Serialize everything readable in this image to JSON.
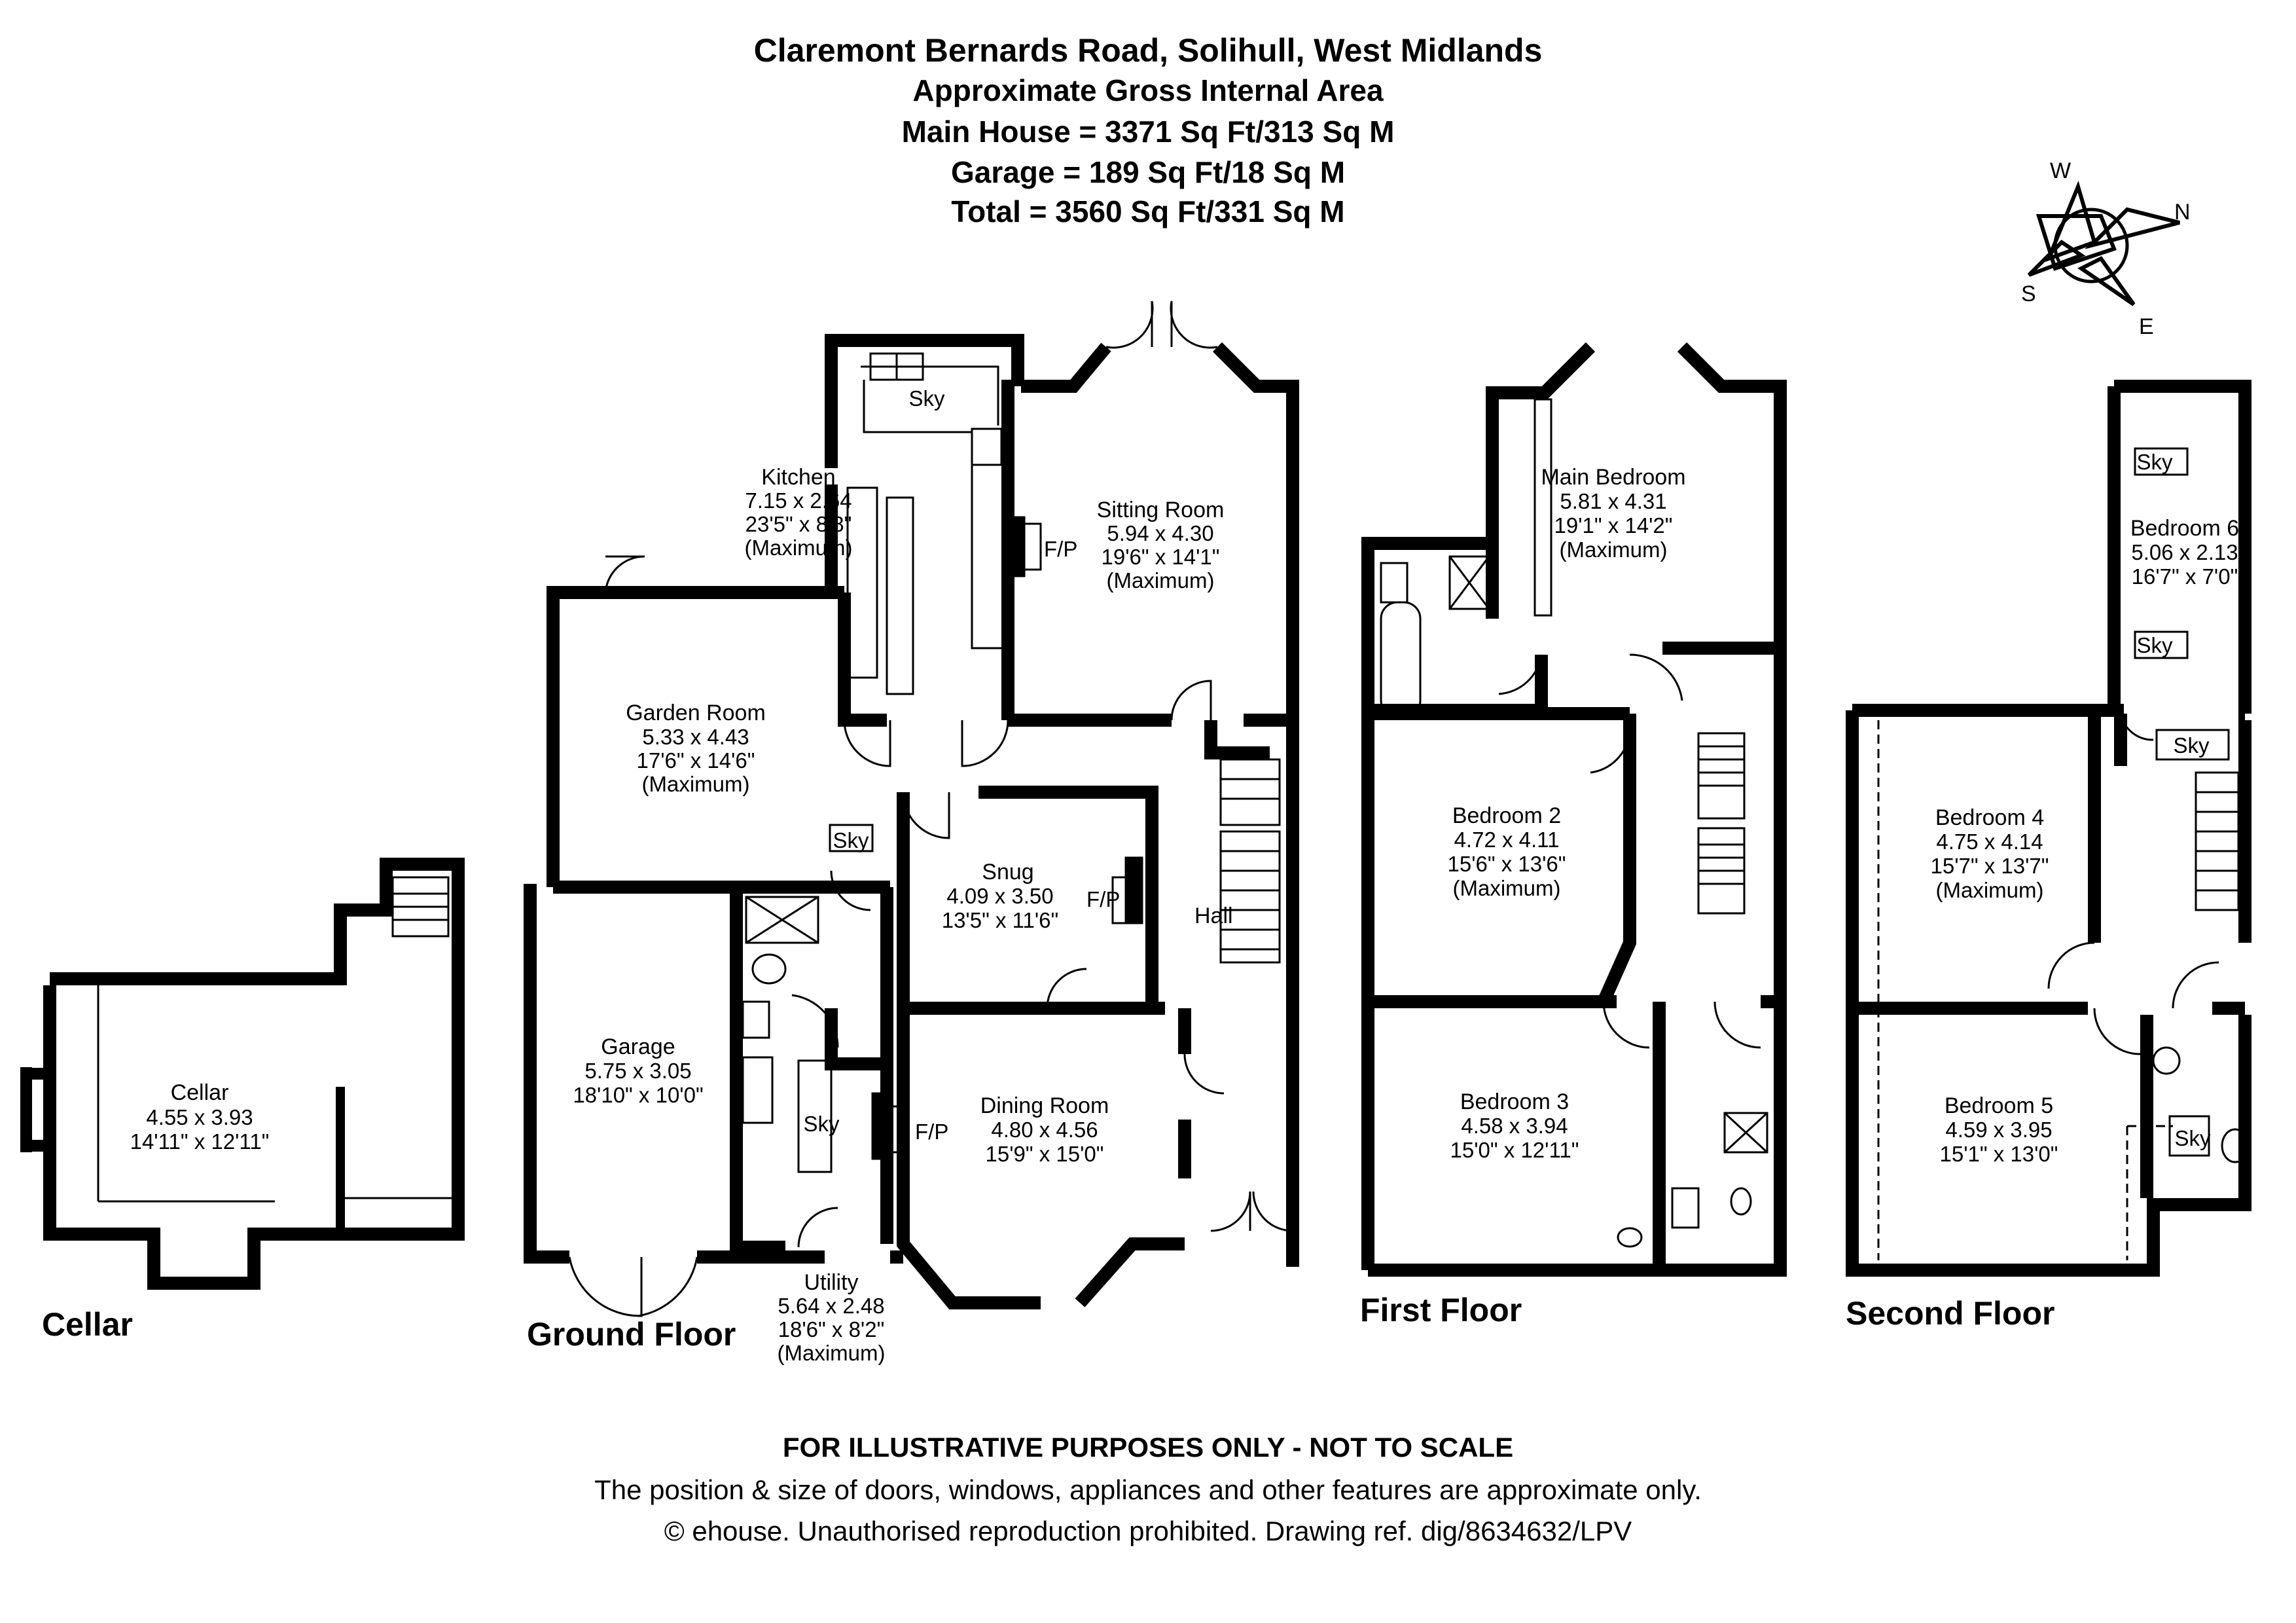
{
  "header": {
    "address": "Claremont Bernards Road, Solihull, West Midlands",
    "area_title": "Approximate Gross Internal Area",
    "main_house": "Main House = 3371 Sq Ft/313 Sq M",
    "garage": "Garage = 189 Sq Ft/18 Sq M",
    "total": "Total = 3560 Sq Ft/331 Sq M"
  },
  "compass": {
    "w": "W",
    "n": "N",
    "s": "S",
    "e": "E"
  },
  "floors": {
    "cellar": "Cellar",
    "ground": "Ground Floor",
    "first": "First Floor",
    "second": "Second Floor"
  },
  "rooms": {
    "cellar": {
      "name": "Cellar",
      "metric": "4.55 x 3.93",
      "imperial": "14'11\" x 12'11\""
    },
    "kitchen": {
      "name": "Kitchen",
      "metric": "7.15 x 2.64",
      "imperial": "23'5\" x 8'8\"",
      "note": "(Maximum)"
    },
    "sitting_room": {
      "name": "Sitting Room",
      "metric": "5.94 x 4.30",
      "imperial": "19'6\" x 14'1\"",
      "note": "(Maximum)"
    },
    "garden_room": {
      "name": "Garden Room",
      "metric": "5.33 x 4.43",
      "imperial": "17'6\" x 14'6\"",
      "note": "(Maximum)"
    },
    "snug": {
      "name": "Snug",
      "metric": "4.09 x 3.50",
      "imperial": "13'5\" x 11'6\""
    },
    "hall": {
      "name": "Hall"
    },
    "garage": {
      "name": "Garage",
      "metric": "5.75 x 3.05",
      "imperial": "18'10\" x 10'0\""
    },
    "dining_room": {
      "name": "Dining Room",
      "metric": "4.80 x 4.56",
      "imperial": "15'9\" x 15'0\""
    },
    "utility": {
      "name": "Utility",
      "metric": "5.64 x 2.48",
      "imperial": "18'6\" x 8'2\"",
      "note": "(Maximum)"
    },
    "main_bedroom": {
      "name": "Main Bedroom",
      "metric": "5.81 x 4.31",
      "imperial": "19'1\" x 14'2\"",
      "note": "(Maximum)"
    },
    "bedroom_2": {
      "name": "Bedroom 2",
      "metric": "4.72 x 4.11",
      "imperial": "15'6\" x 13'6\"",
      "note": "(Maximum)"
    },
    "bedroom_3": {
      "name": "Bedroom 3",
      "metric": "4.58 x 3.94",
      "imperial": "15'0\" x 12'11\""
    },
    "bedroom_4": {
      "name": "Bedroom 4",
      "metric": "4.75 x 4.14",
      "imperial": "15'7\" x 13'7\"",
      "note": "(Maximum)"
    },
    "bedroom_5": {
      "name": "Bedroom 5",
      "metric": "4.59 x 3.95",
      "imperial": "15'1\" x 13'0\""
    },
    "bedroom_6": {
      "name": "Bedroom 6",
      "metric": "5.06 x 2.13",
      "imperial": "16'7\" x 7'0\""
    }
  },
  "labels": {
    "sky": "Sky",
    "fp": "F/P"
  },
  "footer": {
    "disclaimer": "FOR ILLUSTRATIVE PURPOSES ONLY - NOT TO SCALE",
    "note": "The position & size of doors, windows, appliances and other features are approximate only.",
    "copyright": "© ehouse. Unauthorised reproduction prohibited. Drawing ref. dig/8634632/LPV"
  }
}
